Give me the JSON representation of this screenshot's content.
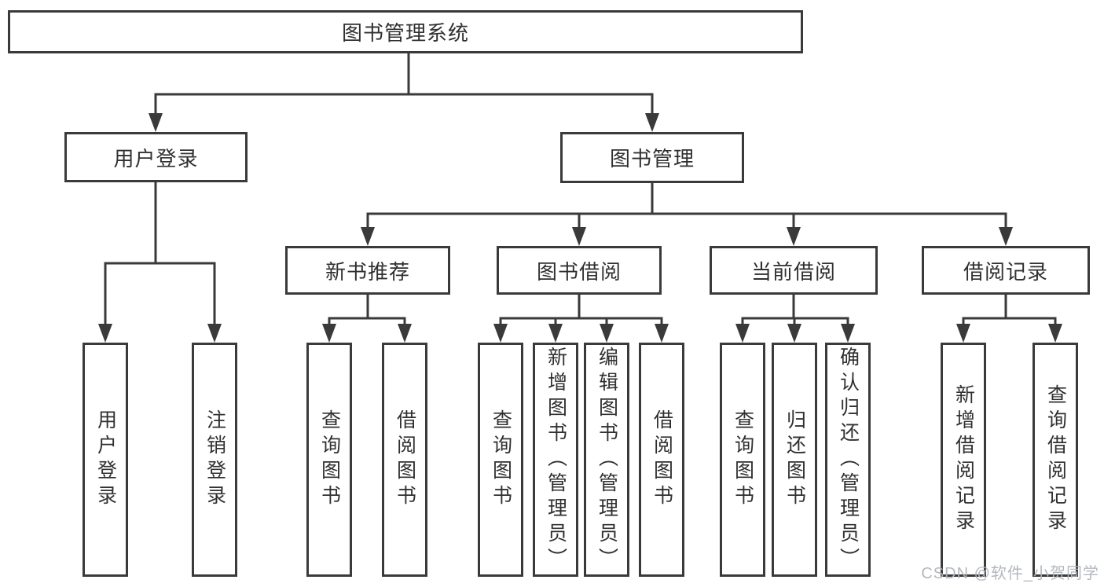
{
  "colors": {
    "background": "#ffffff",
    "line": "#3a3a3a",
    "box_border": "#3a3a3a",
    "box_background": "#ffffff",
    "text": "#303030",
    "watermark_text": "#b0b4bb"
  },
  "nodes": {
    "root": "图书管理系统",
    "userLogin": "用户登录",
    "bookManagement": "图书管理",
    "newBookRecommend": "新书推荐",
    "bookBorrow": "图书借阅",
    "currentBorrow": "当前借阅",
    "borrowRecords": "借阅记录"
  },
  "leaves": {
    "userLogin": [
      "用户登录",
      "注销登录"
    ],
    "newBookRecommend": [
      "查询图书",
      "借阅图书"
    ],
    "bookBorrow": [
      "查询图书",
      "新增图书（管理员）",
      "编辑图书（管理员）",
      "借阅图书"
    ],
    "currentBorrow": [
      "查询图书",
      "归还图书",
      "确认归还（管理员）"
    ],
    "borrowRecords": [
      "新增借阅记录",
      "查询借阅记录"
    ]
  },
  "watermark": {
    "text": "CSDN @软件_小贺同学"
  }
}
